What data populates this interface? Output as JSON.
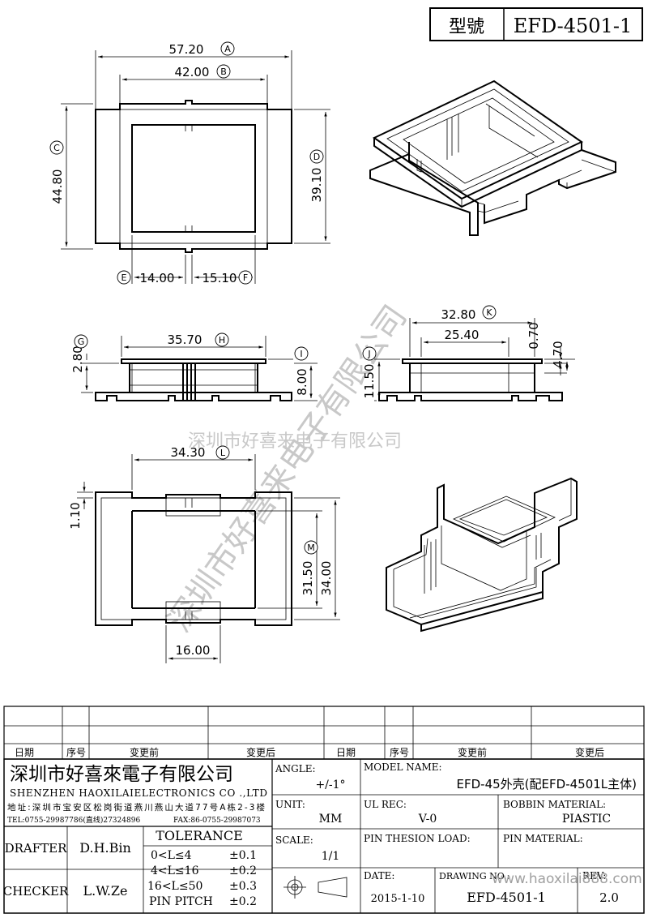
{
  "header": {
    "model_label": "型號",
    "model_value": "EFD-4501-1"
  },
  "watermark": {
    "horizontal": "深圳市好喜来电子有限公司",
    "diagonal": "深圳市好喜来电子有限公司"
  },
  "dims": {
    "d57": "57.20",
    "d42": "42.00",
    "d4480": "44.80",
    "d3910": "39.10",
    "d14": "14.00",
    "d1510": "15.10",
    "d3570": "35.70",
    "d280": "2.80",
    "d800": "8.00",
    "d3280": "32.80",
    "d2540": "25.40",
    "d070": "0.70",
    "d470": "4.70",
    "d1150": "11.50",
    "d3430": "34.30",
    "d110": "1.10",
    "d3150": "31.50",
    "d3400": "34.00",
    "d1600": "16.00"
  },
  "callouts": {
    "A": "A",
    "B": "B",
    "C": "C",
    "D": "D",
    "E": "E",
    "F": "F",
    "G": "G",
    "H": "H",
    "I": "I",
    "J": "J",
    "K": "K",
    "L": "L",
    "M": "M"
  },
  "revision": {
    "headers": [
      "日期",
      "序号",
      "变更前",
      "变更后",
      "日期",
      "序号",
      "变更前",
      "变更后"
    ]
  },
  "titleblock": {
    "company_cn": "深圳市好喜來電子有限公司",
    "company_en": "SHENZHEN  HAOXILAIELECTRONICS  CO .,LTD",
    "address": "地址:深圳市宝安区松岗街道燕川燕山大道77号A栋2-3楼",
    "tel": "TEL:0755-29987786(直线)27324896",
    "fax": "FAX:86-0755-29987073",
    "drafter_label": "DRAFTER",
    "drafter_value": "D.H.Bin",
    "checker_label": "CHECKER",
    "checker_value": "L.W.Ze",
    "tolerance_label": "TOLERANCE",
    "tolerance_rows": [
      {
        "range": "0<L≤4",
        "value": "±0.1"
      },
      {
        "range": "4<L≤16",
        "value": "±0.2"
      },
      {
        "range": "16<L≤50",
        "value": "±0.3"
      },
      {
        "range": "PIN PITCH",
        "value": "±0.2"
      }
    ],
    "angle_label": "ANGLE:",
    "angle_value": "+/-1°",
    "unit_label": "UNIT:",
    "unit_value": "MM",
    "scale_label": "SCALE:",
    "scale_value": "1/1",
    "model_name_label": "MODEL NAME:",
    "model_name_value": "EFD-45外壳(配EFD-4501L主体)",
    "ul_label": "UL REC:",
    "ul_value": "V-0",
    "bobbin_label": "BOBBIN MATERIAL:",
    "bobbin_value": "PIASTIC",
    "pin_tension_label": "PIN THESION LOAD:",
    "pin_material_label": "PIN MATERIAL:",
    "date_label": "DATE:",
    "date_value": "2015-1-10",
    "drawing_no_label": "DRAWING NO.:",
    "drawing_no_value": "EFD-4501-1",
    "rev_label": "REV:",
    "rev_value": "2.0",
    "website": "www.haoxilai888.com"
  }
}
